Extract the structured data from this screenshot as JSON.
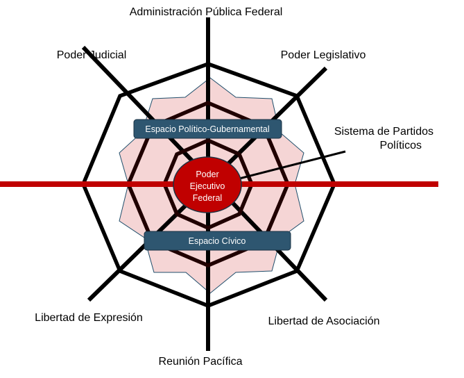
{
  "labels": {
    "top": "Administración Pública Federal",
    "top_left": "Poder Judicial",
    "top_right": "Poder Legislativo",
    "right_line1": "Sistema de Partidos",
    "right_line2": "Políticos",
    "bottom_left": "Libertad de Expresión",
    "bottom_right": "Libertad de Asociación",
    "bottom": "Reunión Pacífica"
  },
  "boxes": {
    "political": "Espacio Político-Gubernamental",
    "civic": "Espacio Cívico"
  },
  "center": {
    "line1": "Poder",
    "line2": "Ejecutivo",
    "line3": "Federal"
  },
  "colors": {
    "red_axis": "#c00000",
    "center_fill": "#c00000",
    "box_fill": "#2e5670",
    "pink_fill": "#f5d5d5"
  }
}
